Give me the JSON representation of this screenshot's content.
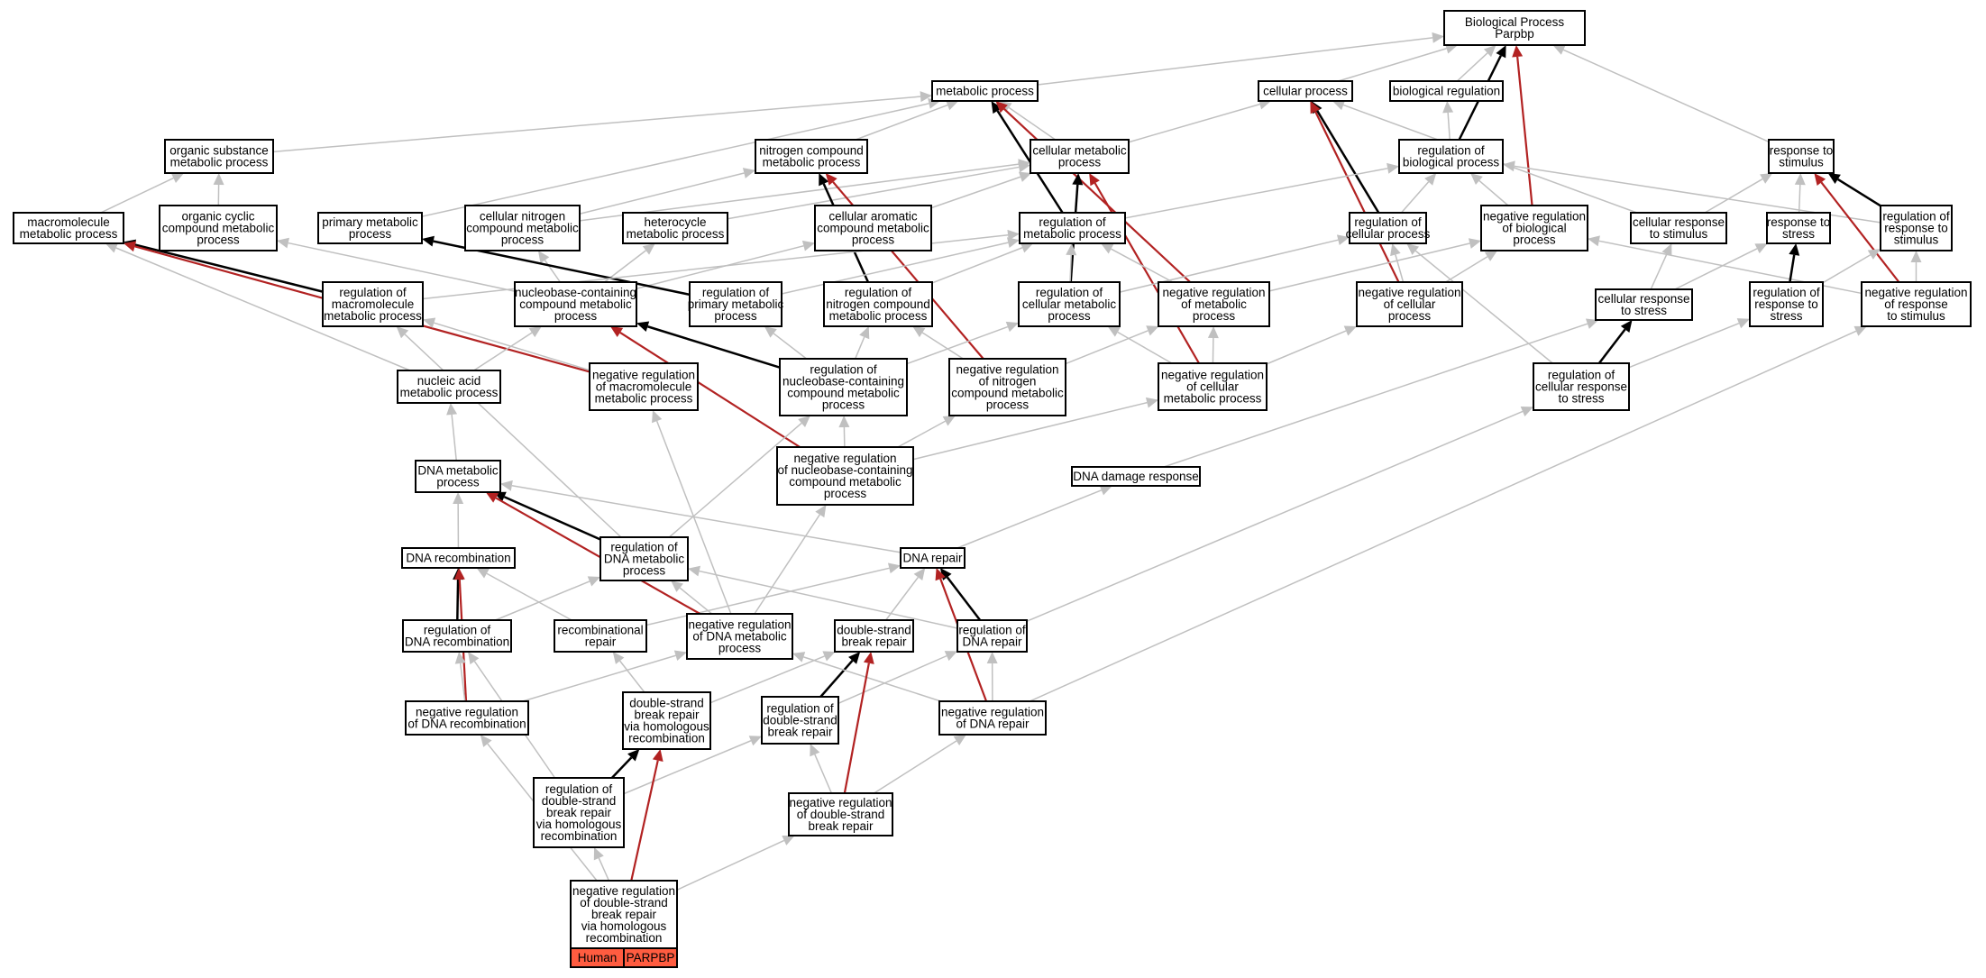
{
  "colors": {
    "edge_is_a": "#c0c0c0",
    "edge_regulates": "#000000",
    "edge_negatively_regulates": "#b22222",
    "species_fill": "#ff5c40"
  },
  "nodes": [
    {
      "id": "bp",
      "lines": [
        "Biological Process",
        "Parpbp"
      ]
    },
    {
      "id": "metabolic",
      "lines": [
        "metabolic process"
      ]
    },
    {
      "id": "cellular",
      "lines": [
        "cellular process"
      ]
    },
    {
      "id": "bioreg",
      "lines": [
        "biological regulation"
      ]
    },
    {
      "id": "organicsub",
      "lines": [
        "organic substance",
        "metabolic process"
      ]
    },
    {
      "id": "nitrogen",
      "lines": [
        "nitrogen compound",
        "metabolic process"
      ]
    },
    {
      "id": "cellmet",
      "lines": [
        "cellular metabolic",
        "process"
      ]
    },
    {
      "id": "regbio",
      "lines": [
        "regulation of",
        "biological process"
      ]
    },
    {
      "id": "stimulus",
      "lines": [
        "response to",
        "stimulus"
      ]
    },
    {
      "id": "macro",
      "lines": [
        "macromolecule",
        "metabolic process"
      ]
    },
    {
      "id": "orgcyclic",
      "lines": [
        "organic cyclic",
        "compound metabolic",
        "process"
      ]
    },
    {
      "id": "primary",
      "lines": [
        "primary metabolic",
        "process"
      ]
    },
    {
      "id": "cellnitro",
      "lines": [
        "cellular nitrogen",
        "compound metabolic",
        "process"
      ]
    },
    {
      "id": "hetero",
      "lines": [
        "heterocycle",
        "metabolic process"
      ]
    },
    {
      "id": "cellarom",
      "lines": [
        "cellular aromatic",
        "compound metabolic",
        "process"
      ]
    },
    {
      "id": "regmet",
      "lines": [
        "regulation of",
        "metabolic process"
      ]
    },
    {
      "id": "regcell",
      "lines": [
        "regulation of",
        "cellular process"
      ]
    },
    {
      "id": "negregbio",
      "lines": [
        "negative regulation",
        "of biological",
        "process"
      ]
    },
    {
      "id": "cellrespstim",
      "lines": [
        "cellular response",
        "to stimulus"
      ]
    },
    {
      "id": "respstress",
      "lines": [
        "response to",
        "stress"
      ]
    },
    {
      "id": "regrespstim",
      "lines": [
        "regulation of",
        "response to",
        "stimulus"
      ]
    },
    {
      "id": "regmacro",
      "lines": [
        "regulation of",
        "macromolecule",
        "metabolic process"
      ]
    },
    {
      "id": "nucleobase",
      "lines": [
        "nucleobase-containing",
        "compound metabolic",
        "process"
      ]
    },
    {
      "id": "regprimary",
      "lines": [
        "regulation of",
        "primary metabolic",
        "process"
      ]
    },
    {
      "id": "regnitro",
      "lines": [
        "regulation of",
        "nitrogen compound",
        "metabolic process"
      ]
    },
    {
      "id": "regcellmet",
      "lines": [
        "regulation of",
        "cellular metabolic",
        "process"
      ]
    },
    {
      "id": "negregmet",
      "lines": [
        "negative regulation",
        "of metabolic",
        "process"
      ]
    },
    {
      "id": "negregcell",
      "lines": [
        "negative regulation",
        "of cellular",
        "process"
      ]
    },
    {
      "id": "cellrespstress",
      "lines": [
        "cellular response",
        "to stress"
      ]
    },
    {
      "id": "regrespstress",
      "lines": [
        "regulation of",
        "response to",
        "stress"
      ]
    },
    {
      "id": "negregrespstim",
      "lines": [
        "negative regulation",
        "of response",
        "to stimulus"
      ]
    },
    {
      "id": "nucleic",
      "lines": [
        "nucleic acid",
        "metabolic process"
      ]
    },
    {
      "id": "negregmacro",
      "lines": [
        "negative regulation",
        "of macromolecule",
        "metabolic process"
      ]
    },
    {
      "id": "regnucleo",
      "lines": [
        "regulation of",
        "nucleobase-containing",
        "compound metabolic",
        "process"
      ]
    },
    {
      "id": "negregnitro",
      "lines": [
        "negative regulation",
        "of nitrogen",
        "compound metabolic",
        "process"
      ]
    },
    {
      "id": "negregcellmet",
      "lines": [
        "negative regulation",
        "of cellular",
        "metabolic process"
      ]
    },
    {
      "id": "regcellrespstress",
      "lines": [
        "regulation of",
        "cellular response",
        "to stress"
      ]
    },
    {
      "id": "negregnucleo",
      "lines": [
        "negative regulation",
        "of nucleobase-containing",
        "compound metabolic",
        "process"
      ]
    },
    {
      "id": "dnamet",
      "lines": [
        "DNA metabolic",
        "process"
      ]
    },
    {
      "id": "dnadamage",
      "lines": [
        "DNA damage response"
      ]
    },
    {
      "id": "regdnamet",
      "lines": [
        "regulation of",
        "DNA metabolic",
        "process"
      ]
    },
    {
      "id": "dnarecomb",
      "lines": [
        "DNA recombination"
      ]
    },
    {
      "id": "dnarepair",
      "lines": [
        "DNA repair"
      ]
    },
    {
      "id": "regdnarecomb",
      "lines": [
        "regulation of",
        "DNA recombination"
      ]
    },
    {
      "id": "recombrepair",
      "lines": [
        "recombinational",
        "repair"
      ]
    },
    {
      "id": "negregdnamet",
      "lines": [
        "negative regulation",
        "of DNA metabolic",
        "process"
      ]
    },
    {
      "id": "dsbrepair",
      "lines": [
        "double-strand",
        "break repair"
      ]
    },
    {
      "id": "regdnarepair",
      "lines": [
        "regulation of",
        "DNA repair"
      ]
    },
    {
      "id": "dsbhr",
      "lines": [
        "double-strand",
        "break repair",
        "via homologous",
        "recombination"
      ]
    },
    {
      "id": "regdsb",
      "lines": [
        "regulation of",
        "double-strand",
        "break repair"
      ]
    },
    {
      "id": "negregdnarepair",
      "lines": [
        "negative regulation",
        "of DNA repair"
      ]
    },
    {
      "id": "negregdnarecomb",
      "lines": [
        "negative regulation",
        "of DNA recombination"
      ]
    },
    {
      "id": "regdsbhr",
      "lines": [
        "regulation of",
        "double-strand",
        "break repair",
        "via homologous",
        "recombination"
      ]
    },
    {
      "id": "negregdsb",
      "lines": [
        "negative regulation",
        "of double-strand",
        "break repair"
      ]
    },
    {
      "id": "negregdsbhr",
      "lines": [
        "negative regulation",
        "of double-strand",
        "break repair",
        "via homologous",
        "recombination"
      ]
    }
  ],
  "species_tag": {
    "species": "Human",
    "gene": "PARPBP"
  },
  "edges": [
    {
      "from": "metabolic",
      "to": "bp",
      "type": "is_a"
    },
    {
      "from": "cellular",
      "to": "bp",
      "type": "is_a"
    },
    {
      "from": "bioreg",
      "to": "bp",
      "type": "is_a"
    },
    {
      "from": "regbio",
      "to": "bp",
      "type": "regulates"
    },
    {
      "from": "negregbio",
      "to": "bp",
      "type": "negatively_regulates"
    },
    {
      "from": "stimulus",
      "to": "bp",
      "type": "is_a"
    },
    {
      "from": "organicsub",
      "to": "metabolic",
      "type": "is_a"
    },
    {
      "from": "nitrogen",
      "to": "metabolic",
      "type": "is_a"
    },
    {
      "from": "cellmet",
      "to": "metabolic",
      "type": "is_a"
    },
    {
      "from": "cellmet",
      "to": "cellular",
      "type": "is_a"
    },
    {
      "from": "primary",
      "to": "metabolic",
      "type": "is_a"
    },
    {
      "from": "regmet",
      "to": "metabolic",
      "type": "regulates"
    },
    {
      "from": "negregmet",
      "to": "metabolic",
      "type": "negatively_regulates"
    },
    {
      "from": "regbio",
      "to": "bioreg",
      "type": "is_a"
    },
    {
      "from": "regcell",
      "to": "cellular",
      "type": "regulates"
    },
    {
      "from": "negregcell",
      "to": "cellular",
      "type": "negatively_regulates"
    },
    {
      "from": "cellrespstim",
      "to": "cellular",
      "type": "is_a"
    },
    {
      "from": "macro",
      "to": "organicsub",
      "type": "is_a"
    },
    {
      "from": "orgcyclic",
      "to": "organicsub",
      "type": "is_a"
    },
    {
      "from": "cellnitro",
      "to": "nitrogen",
      "type": "is_a"
    },
    {
      "from": "cellnitro",
      "to": "cellmet",
      "type": "is_a"
    },
    {
      "from": "hetero",
      "to": "cellmet",
      "type": "is_a"
    },
    {
      "from": "cellarom",
      "to": "cellmet",
      "type": "is_a"
    },
    {
      "from": "regnitro",
      "to": "nitrogen",
      "type": "regulates"
    },
    {
      "from": "negregnitro",
      "to": "nitrogen",
      "type": "negatively_regulates"
    },
    {
      "from": "regcellmet",
      "to": "cellmet",
      "type": "regulates"
    },
    {
      "from": "negregcellmet",
      "to": "cellmet",
      "type": "negatively_regulates"
    },
    {
      "from": "regmet",
      "to": "regbio",
      "type": "is_a"
    },
    {
      "from": "regcell",
      "to": "regbio",
      "type": "is_a"
    },
    {
      "from": "negregbio",
      "to": "regbio",
      "type": "is_a"
    },
    {
      "from": "regrespstim",
      "to": "regbio",
      "type": "is_a"
    },
    {
      "from": "cellrespstim",
      "to": "stimulus",
      "type": "is_a"
    },
    {
      "from": "respstress",
      "to": "stimulus",
      "type": "is_a"
    },
    {
      "from": "regrespstim",
      "to": "stimulus",
      "type": "regulates"
    },
    {
      "from": "negregrespstim",
      "to": "stimulus",
      "type": "negatively_regulates"
    },
    {
      "from": "regmacro",
      "to": "macro",
      "type": "regulates"
    },
    {
      "from": "negregmacro",
      "to": "macro",
      "type": "negatively_regulates"
    },
    {
      "from": "nucleic",
      "to": "macro",
      "type": "is_a"
    },
    {
      "from": "nucleobase",
      "to": "orgcyclic",
      "type": "is_a"
    },
    {
      "from": "nucleobase",
      "to": "cellnitro",
      "type": "is_a"
    },
    {
      "from": "nucleobase",
      "to": "hetero",
      "type": "is_a"
    },
    {
      "from": "nucleobase",
      "to": "cellarom",
      "type": "is_a"
    },
    {
      "from": "regprimary",
      "to": "primary",
      "type": "regulates"
    },
    {
      "from": "regmacro",
      "to": "regmet",
      "type": "is_a"
    },
    {
      "from": "regprimary",
      "to": "regmet",
      "type": "is_a"
    },
    {
      "from": "regnitro",
      "to": "regmet",
      "type": "is_a"
    },
    {
      "from": "regcellmet",
      "to": "regmet",
      "type": "is_a"
    },
    {
      "from": "negregmet",
      "to": "regmet",
      "type": "is_a"
    },
    {
      "from": "regcellmet",
      "to": "regcell",
      "type": "is_a"
    },
    {
      "from": "negregcell",
      "to": "regcell",
      "type": "is_a"
    },
    {
      "from": "negregmet",
      "to": "negregbio",
      "type": "is_a"
    },
    {
      "from": "negregcell",
      "to": "negregbio",
      "type": "is_a"
    },
    {
      "from": "negregrespstim",
      "to": "negregbio",
      "type": "is_a"
    },
    {
      "from": "cellrespstress",
      "to": "cellrespstim",
      "type": "is_a"
    },
    {
      "from": "cellrespstress",
      "to": "respstress",
      "type": "is_a"
    },
    {
      "from": "regrespstress",
      "to": "respstress",
      "type": "regulates"
    },
    {
      "from": "regrespstress",
      "to": "regrespstim",
      "type": "is_a"
    },
    {
      "from": "negregrespstim",
      "to": "regrespstim",
      "type": "is_a"
    },
    {
      "from": "nucleic",
      "to": "nucleobase",
      "type": "is_a"
    },
    {
      "from": "regnucleo",
      "to": "nucleobase",
      "type": "regulates"
    },
    {
      "from": "negregnucleo",
      "to": "nucleobase",
      "type": "negatively_regulates"
    },
    {
      "from": "regnucleo",
      "to": "regprimary",
      "type": "is_a"
    },
    {
      "from": "regnucleo",
      "to": "regnitro",
      "type": "is_a"
    },
    {
      "from": "regnucleo",
      "to": "regcellmet",
      "type": "is_a"
    },
    {
      "from": "negregnitro",
      "to": "regnitro",
      "type": "is_a"
    },
    {
      "from": "negregnitro",
      "to": "negregmet",
      "type": "is_a"
    },
    {
      "from": "negregcellmet",
      "to": "regcellmet",
      "type": "is_a"
    },
    {
      "from": "negregcellmet",
      "to": "negregmet",
      "type": "is_a"
    },
    {
      "from": "negregcellmet",
      "to": "negregcell",
      "type": "is_a"
    },
    {
      "from": "negregmacro",
      "to": "regmacro",
      "type": "is_a"
    },
    {
      "from": "regcellrespstress",
      "to": "cellrespstress",
      "type": "regulates"
    },
    {
      "from": "regcellrespstress",
      "to": "regrespstress",
      "type": "is_a"
    },
    {
      "from": "regcellrespstress",
      "to": "regcell",
      "type": "is_a"
    },
    {
      "from": "negregnucleo",
      "to": "regnucleo",
      "type": "is_a"
    },
    {
      "from": "negregnucleo",
      "to": "negregnitro",
      "type": "is_a"
    },
    {
      "from": "negregnucleo",
      "to": "negregcellmet",
      "type": "is_a"
    },
    {
      "from": "dnamet",
      "to": "nucleic",
      "type": "is_a"
    },
    {
      "from": "dnadamage",
      "to": "cellrespstress",
      "type": "is_a"
    },
    {
      "from": "regdnamet",
      "to": "dnamet",
      "type": "regulates"
    },
    {
      "from": "regdnamet",
      "to": "regmacro",
      "type": "is_a"
    },
    {
      "from": "regdnamet",
      "to": "regnucleo",
      "type": "is_a"
    },
    {
      "from": "dnarecomb",
      "to": "dnamet",
      "type": "is_a"
    },
    {
      "from": "dnarepair",
      "to": "dnamet",
      "type": "is_a"
    },
    {
      "from": "dnarepair",
      "to": "dnadamage",
      "type": "is_a"
    },
    {
      "from": "regdnarecomb",
      "to": "dnarecomb",
      "type": "regulates"
    },
    {
      "from": "regdnarecomb",
      "to": "regdnamet",
      "type": "is_a"
    },
    {
      "from": "recombrepair",
      "to": "dnarecomb",
      "type": "is_a"
    },
    {
      "from": "recombrepair",
      "to": "dnarepair",
      "type": "is_a"
    },
    {
      "from": "negregdnamet",
      "to": "dnamet",
      "type": "negatively_regulates"
    },
    {
      "from": "negregdnamet",
      "to": "regdnamet",
      "type": "is_a"
    },
    {
      "from": "negregdnamet",
      "to": "negregmacro",
      "type": "is_a"
    },
    {
      "from": "negregdnamet",
      "to": "negregnucleo",
      "type": "is_a"
    },
    {
      "from": "dsbrepair",
      "to": "dnarepair",
      "type": "is_a"
    },
    {
      "from": "regdnarepair",
      "to": "dnarepair",
      "type": "regulates"
    },
    {
      "from": "regdnarepair",
      "to": "regdnamet",
      "type": "is_a"
    },
    {
      "from": "regdnarepair",
      "to": "regcellrespstress",
      "type": "is_a"
    },
    {
      "from": "dsbhr",
      "to": "recombrepair",
      "type": "is_a"
    },
    {
      "from": "dsbhr",
      "to": "dsbrepair",
      "type": "is_a"
    },
    {
      "from": "regdsb",
      "to": "dsbrepair",
      "type": "regulates"
    },
    {
      "from": "regdsb",
      "to": "regdnarepair",
      "type": "is_a"
    },
    {
      "from": "negregdnarepair",
      "to": "dnarepair",
      "type": "negatively_regulates"
    },
    {
      "from": "negregdnarepair",
      "to": "regdnarepair",
      "type": "is_a"
    },
    {
      "from": "negregdnarepair",
      "to": "negregdnamet",
      "type": "is_a"
    },
    {
      "from": "negregdnarepair",
      "to": "negregrespstim",
      "type": "is_a"
    },
    {
      "from": "negregdnarecomb",
      "to": "dnarecomb",
      "type": "negatively_regulates"
    },
    {
      "from": "negregdnarecomb",
      "to": "regdnarecomb",
      "type": "is_a"
    },
    {
      "from": "negregdnarecomb",
      "to": "negregdnamet",
      "type": "is_a"
    },
    {
      "from": "regdsbhr",
      "to": "dsbhr",
      "type": "regulates"
    },
    {
      "from": "regdsbhr",
      "to": "regdnarecomb",
      "type": "is_a"
    },
    {
      "from": "regdsbhr",
      "to": "regdsb",
      "type": "is_a"
    },
    {
      "from": "negregdsb",
      "to": "dsbrepair",
      "type": "negatively_regulates"
    },
    {
      "from": "negregdsb",
      "to": "regdsb",
      "type": "is_a"
    },
    {
      "from": "negregdsb",
      "to": "negregdnarepair",
      "type": "is_a"
    },
    {
      "from": "negregdsbhr",
      "to": "dsbhr",
      "type": "negatively_regulates"
    },
    {
      "from": "negregdsbhr",
      "to": "regdsbhr",
      "type": "is_a"
    },
    {
      "from": "negregdsbhr",
      "to": "negregdnarecomb",
      "type": "is_a"
    },
    {
      "from": "negregdsbhr",
      "to": "negregdsb",
      "type": "is_a"
    }
  ]
}
